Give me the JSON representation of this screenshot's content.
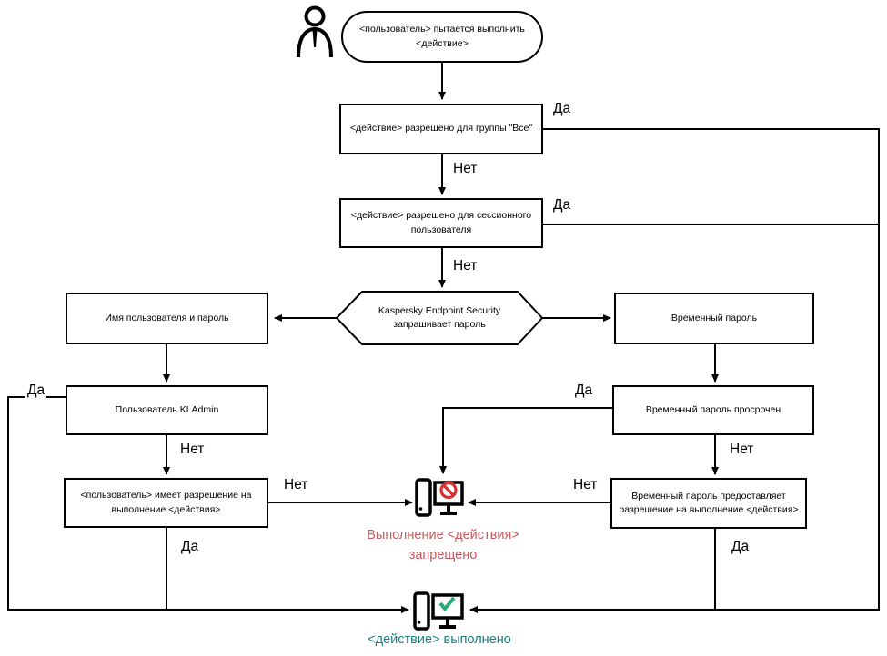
{
  "diagram_title": "Kaspersky Endpoint Security password check flowchart",
  "labels": {
    "yes": "Да",
    "no": "Нет"
  },
  "nodes": {
    "start": "<пользователь> пытается выполнить\n<действие>",
    "allowed_group_all": "<действие> разрешено для группы \"Все\"",
    "allowed_session_user": "<действие> разрешено для сессионного\nпользователя",
    "kes_asks_password": "Kaspersky Endpoint Security\nзапрашивает пароль",
    "username_password": "Имя пользователя и пароль",
    "user_kladmin": "Пользователь KLAdmin",
    "user_has_permission": "<пользователь> имеет разрешение на\nвыполнение <действия>",
    "temp_password": "Временный пароль",
    "temp_password_expired": "Временный пароль просрочен",
    "temp_password_grants": "Временный пароль предоставляет\nразрешение на выполнение <действия>"
  },
  "results": {
    "denied": "Выполнение <действия>\nзапрещено",
    "done": "<действие> выполнено"
  },
  "icons": {
    "actor": "user-icon",
    "denied": "computer-blocked-icon",
    "done": "computer-check-icon"
  },
  "colors": {
    "line": "#000000",
    "denied_text": "#c75a5e",
    "denied_accent": "#d63030",
    "done_text": "#17827e",
    "done_accent": "#2aa876"
  }
}
